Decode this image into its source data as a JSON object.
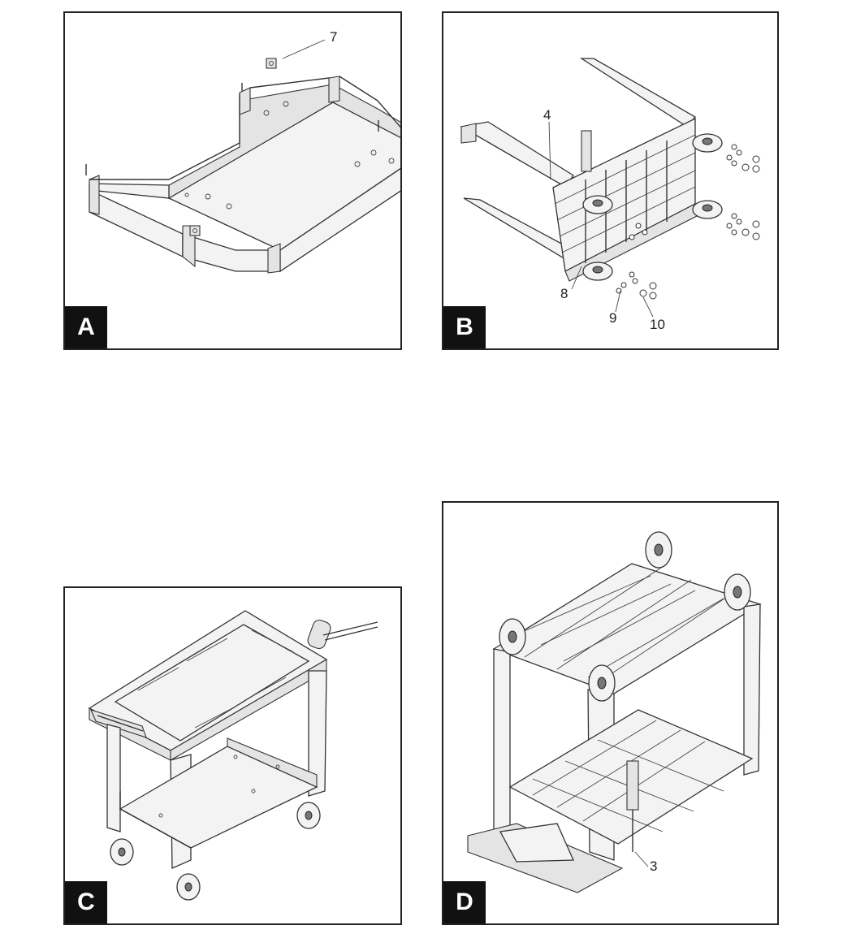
{
  "panels": [
    {
      "label": "A",
      "callouts": [
        "7"
      ]
    },
    {
      "label": "B",
      "callouts": [
        "4",
        "8",
        "9",
        "10"
      ]
    },
    {
      "label": "C",
      "callouts": []
    },
    {
      "label": "D",
      "callouts": [
        "3"
      ]
    }
  ]
}
